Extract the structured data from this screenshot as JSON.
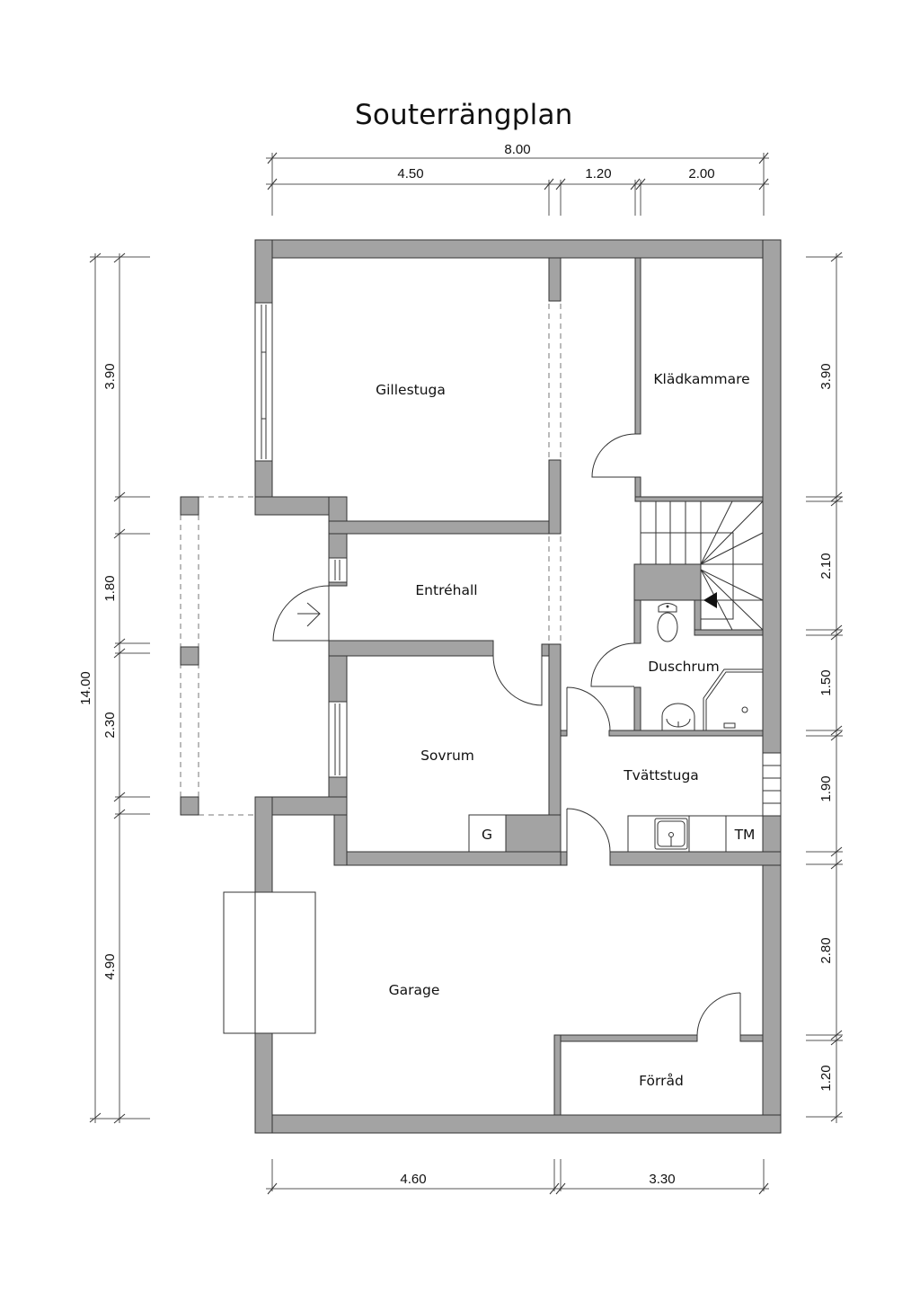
{
  "plan": {
    "title": "Souterrängplan",
    "wall_color": "#a3a3a3",
    "line_color": "#333333"
  },
  "rooms": {
    "gillestuga": "Gillestuga",
    "kladkammare": "Klädkammare",
    "entrehall": "Entréhall",
    "duschrum": "Duschrum",
    "sovrum": "Sovrum",
    "tvattstuga": "Tvättstuga",
    "garage": "Garage",
    "forrad": "Förråd"
  },
  "fixtures": {
    "boiler_label": "G",
    "dryer_label": "TM"
  },
  "dimensions": {
    "top": {
      "total": "8.00",
      "segments": [
        "4.50",
        "1.20",
        "2.00"
      ]
    },
    "bottom": {
      "segments": [
        "4.60",
        "3.30"
      ]
    },
    "left": {
      "total": "14.00",
      "segments": [
        "3.90",
        "1.80",
        "2.30",
        "4.90"
      ]
    },
    "right": {
      "segments": [
        "3.90",
        "2.10",
        "1.50",
        "1.90",
        "2.80",
        "1.20"
      ]
    }
  }
}
